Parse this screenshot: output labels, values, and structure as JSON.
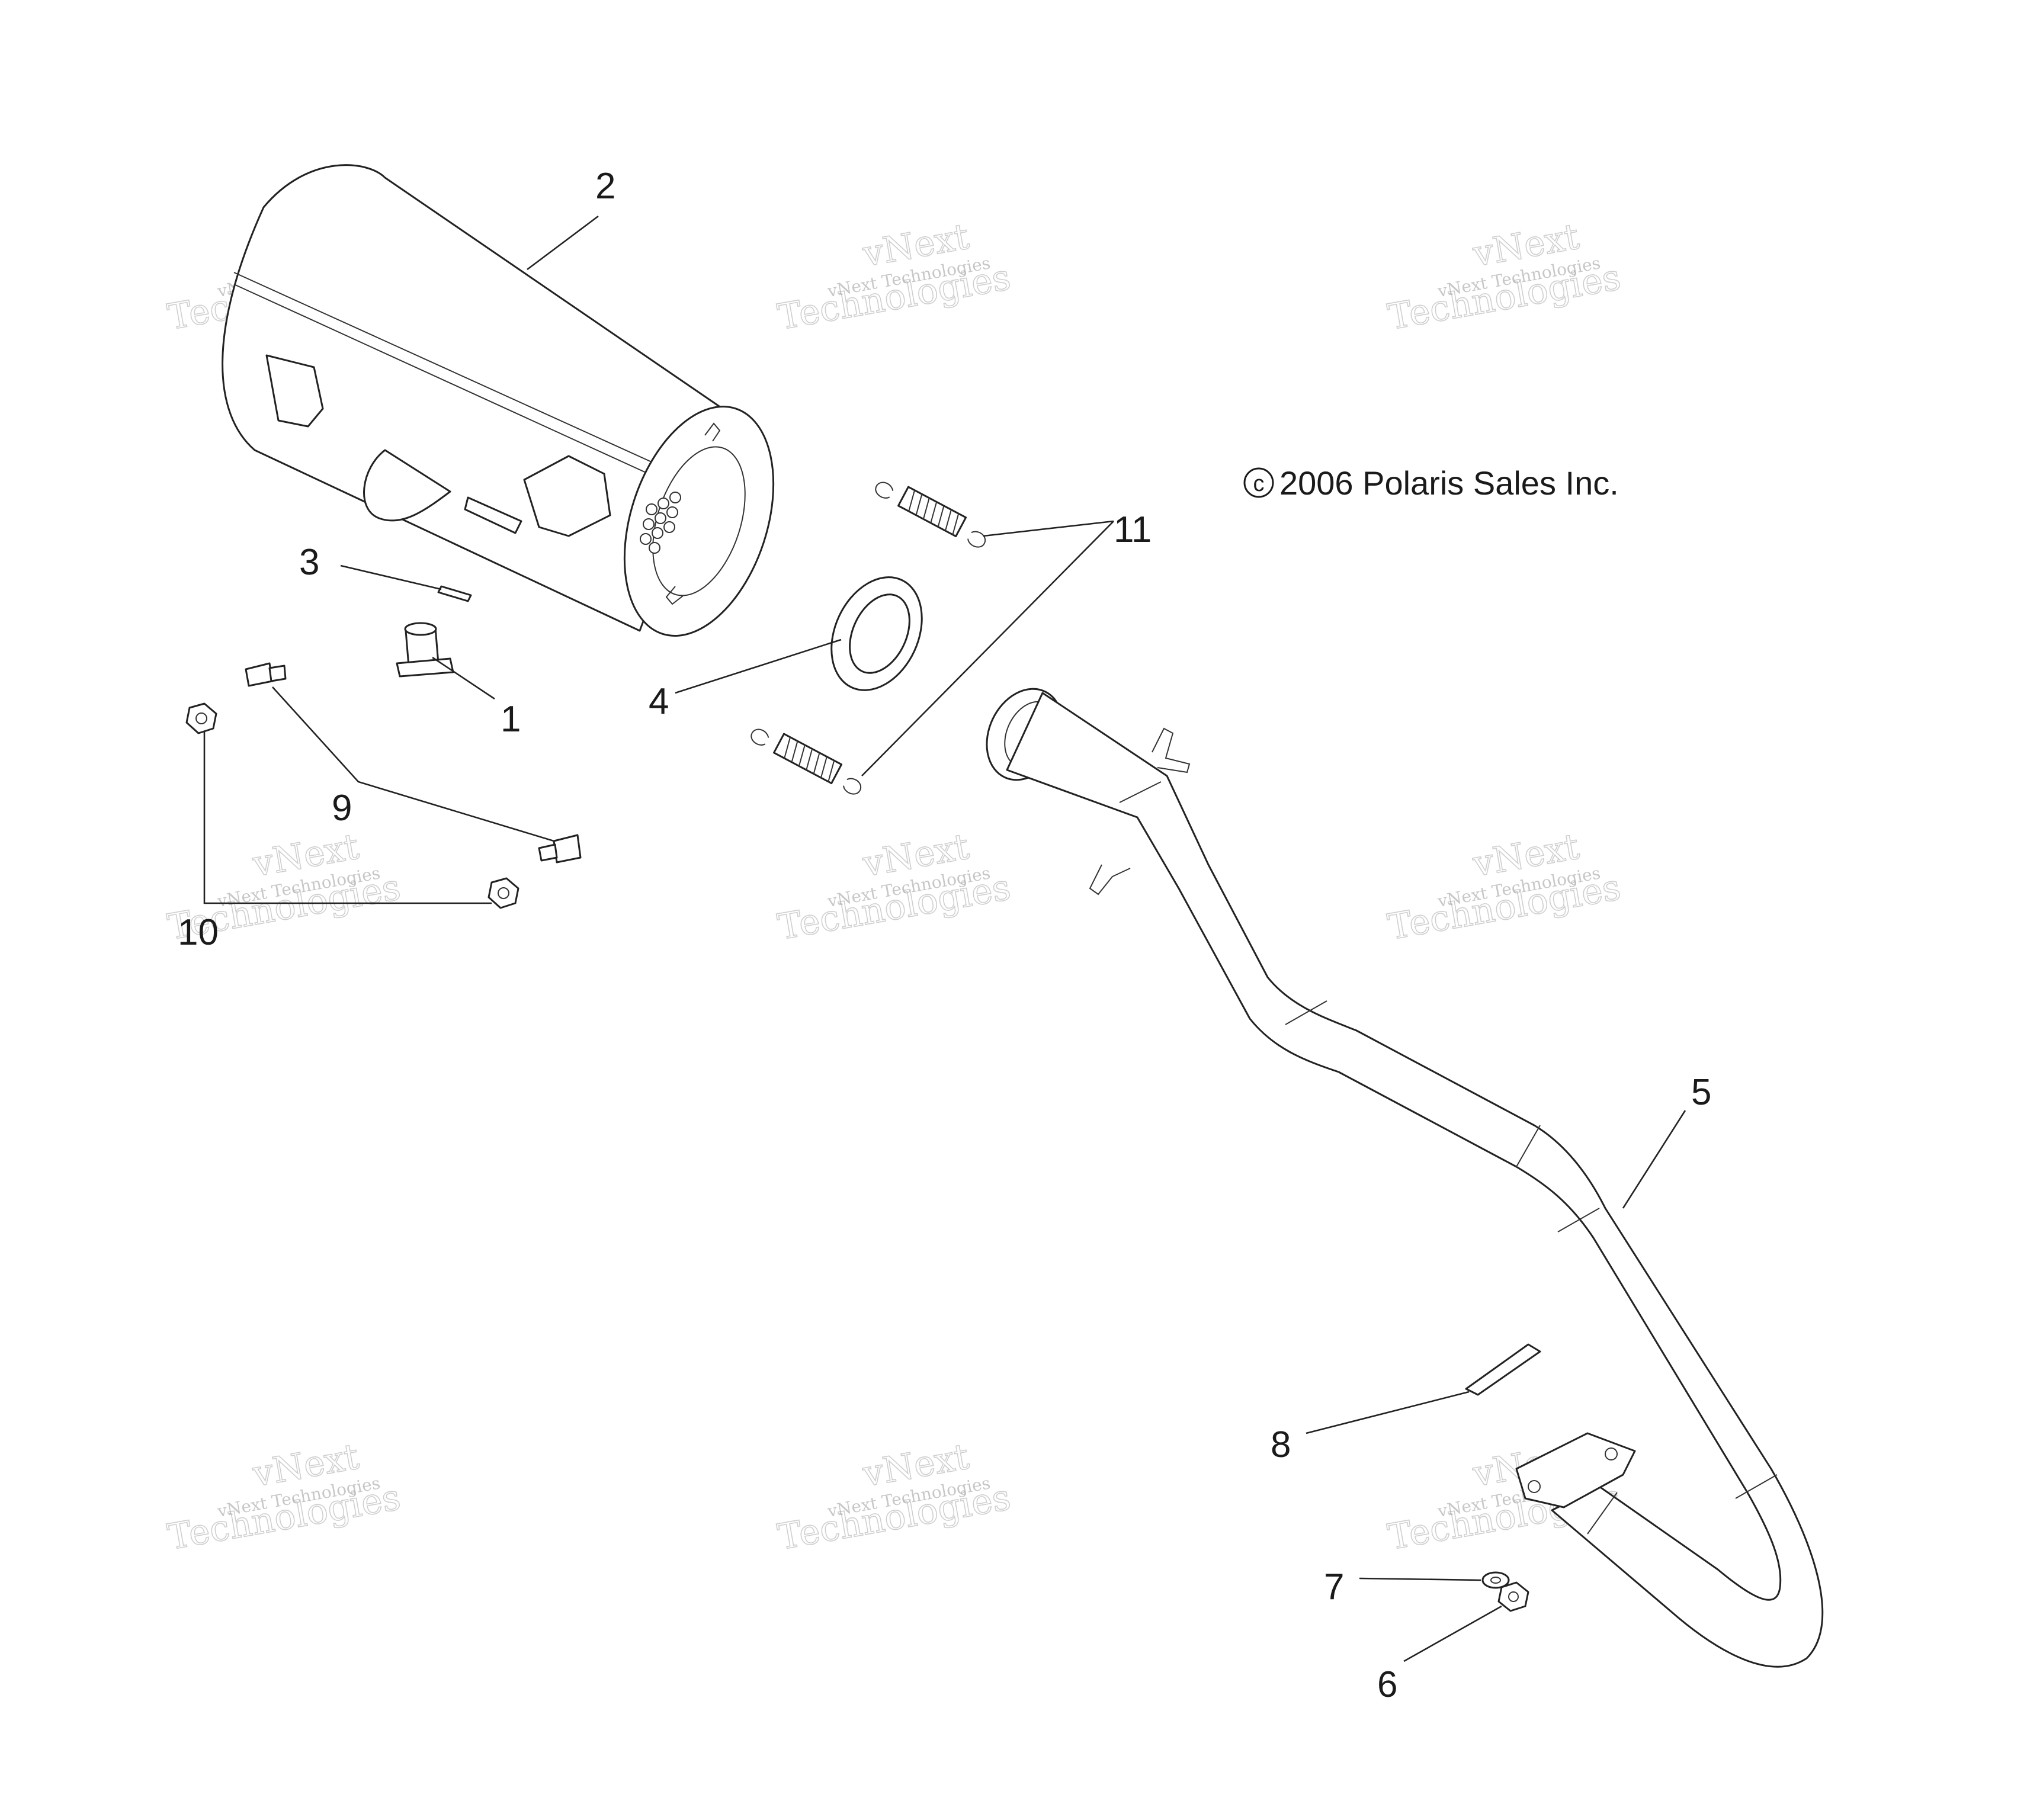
{
  "copyright": {
    "symbol": "c",
    "text": "2006 Polaris Sales Inc."
  },
  "callouts": [
    "1",
    "2",
    "3",
    "4",
    "5",
    "6",
    "7",
    "8",
    "9",
    "10",
    "11"
  ],
  "watermark": {
    "line1": "vNext Technologies",
    "line2_a": "vNext",
    "line2_b": "Technologies"
  },
  "colors": {
    "line": "#222222",
    "watermark": "#a8a8a8",
    "background": "#ffffff"
  }
}
